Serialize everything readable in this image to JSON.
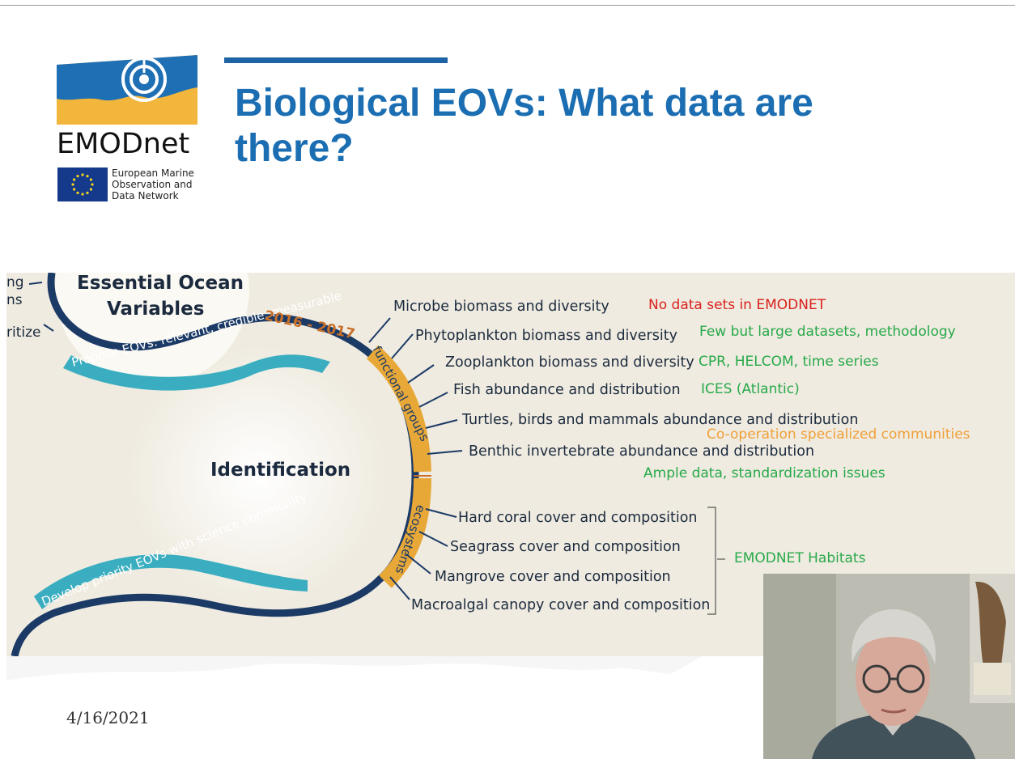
{
  "header": {
    "logo_text": "EMODnet",
    "logo_subtitle": [
      "European Marine",
      "Observation and",
      "Data Network"
    ],
    "title_line1": "Biological EOVs: What data are",
    "title_line2": "there?"
  },
  "graphic": {
    "left_fragments": [
      "ng",
      "ns",
      "ritize"
    ],
    "heading_line1": "Essential Ocean",
    "heading_line2": "Variables",
    "years": "2016 - 2017",
    "ribbon_top": "Propose EOVs: relevant, credible, measurable",
    "ribbon_bottom": "Develop priority EOVs with science community",
    "center_label": "Identification",
    "band_functional_groups": "functional groups",
    "band_ecosystems": "ecosystems",
    "eovs": [
      "Microbe biomass and diversity",
      "Phytoplankton biomass and diversity",
      "Zooplankton biomass and diversity",
      "Fish abundance and distribution",
      "Turtles, birds and mammals abundance and distribution",
      "Benthic invertebrate abundance and distribution",
      "Hard coral cover and composition",
      "Seagrass cover and composition",
      "Mangrove cover and composition",
      "Macroalgal canopy cover and composition"
    ],
    "notes": {
      "microbe": "No data sets in EMODNET",
      "phyto": "Few but large datasets, methodology",
      "zoo": "CPR, HELCOM, time series",
      "fish": "ICES (Atlantic)",
      "turtles": "Co-operation specialized communities",
      "benthic": "Ample data, standardization issues",
      "habitats": "EMODNET Habitats"
    }
  },
  "footer": {
    "date": "4/16/2021"
  },
  "colors": {
    "title": "#1c6eb2",
    "red": "#d9211c",
    "green": "#27a94a",
    "orange": "#f0a038",
    "band": "#e8a838",
    "arc": "#1b3a66",
    "ribbon": "#3aaec0"
  },
  "icons": [
    "emodnet-logo-icon",
    "eu-flag-icon"
  ]
}
